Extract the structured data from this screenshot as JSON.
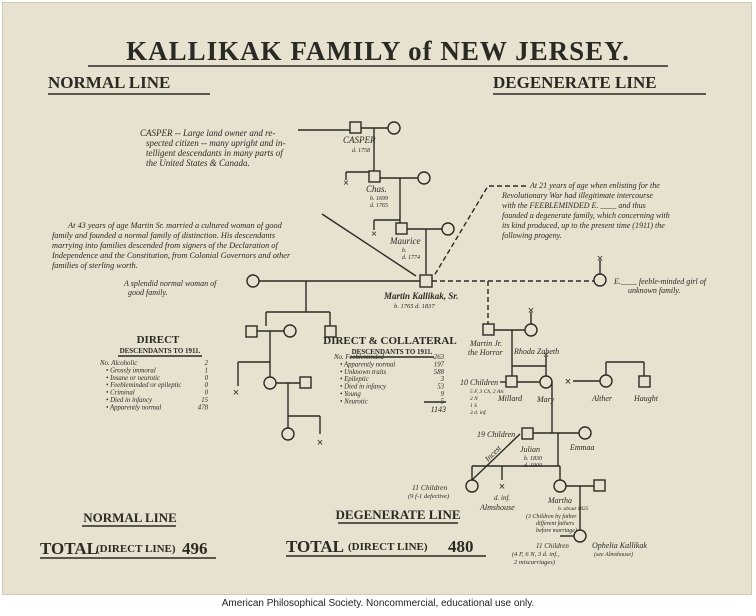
{
  "title": "KALLIKAK FAMILY of NEW JERSEY.",
  "normal_line_header": "NORMAL LINE",
  "degenerate_line_header": "DEGENERATE LINE",
  "casper_note": [
    "CASPER -- Large land owner and re-",
    "spected citizen -- many upright and in-",
    "telligent descendants in many parts of",
    "the United States & Canada."
  ],
  "casper_label": "CASPER",
  "casper_date": "d. 1758",
  "chas_label": "Chas.",
  "chas_date": [
    "b. 1699",
    "d. 1765"
  ],
  "maurice_label": "Maurice",
  "maurice_date": [
    "b.",
    "d. 1774"
  ],
  "normal_note": [
    "At 43 years of age Martin Sr. married a cultured woman of good",
    "family and founded a normal family of distinction. His descendants",
    "marrying into families descended from signers of the Declaration of",
    "Independence and the Constitution, from Colonial Governors and other",
    "families of sterling worth."
  ],
  "degenerate_note": [
    "At 21 years of age when enlisting for the",
    "Revolutionary War had illegitimate intercourse",
    "with the FEEBLEMINDED E. ____ and thus",
    "founded a degenerate family, which concerning with",
    "its kind produced, up to the present time (1911) the",
    "following progeny."
  ],
  "wife_note": [
    "A splendid normal woman of",
    "good family."
  ],
  "e_note": [
    "E.____ feeble-minded girl of",
    "unknown family."
  ],
  "martin_label": "Martin Kallikak, Sr.",
  "martin_dates": "b. 1765    d. 1837",
  "direct": {
    "title": "DIRECT",
    "subtitle": "DESCENDANTS TO 1911.",
    "rows": [
      {
        "label": "No. Alcoholic",
        "value": "2"
      },
      {
        "label": "Grossly immoral",
        "value": "1"
      },
      {
        "label": "Insane or neurotic",
        "value": "0"
      },
      {
        "label": "Feebleminded or epileptic",
        "value": "0"
      },
      {
        "label": "Criminal",
        "value": "0"
      },
      {
        "label": "Died in infancy",
        "value": "15"
      },
      {
        "label": "Apparently normal",
        "value": "478"
      }
    ]
  },
  "collateral": {
    "title": "DIRECT & COLLATERAL",
    "subtitle": "DESCENDANTS TO 1911.",
    "rows": [
      {
        "label": "No. Feebleminded",
        "value": "263"
      },
      {
        "label": "Apparently normal",
        "value": "197"
      },
      {
        "label": "Unknown traits",
        "value": "588"
      },
      {
        "label": "Epileptic",
        "value": "3"
      },
      {
        "label": "Died in infancy",
        "value": "53"
      },
      {
        "label": "Young",
        "value": "9"
      },
      {
        "label": "Neurotic",
        "value": "5"
      }
    ],
    "total": "1143"
  },
  "martin_jr_label": [
    "Martin Jr.",
    "the Horror"
  ],
  "rhoda_label": "Rhoda Zabeth",
  "ten_children": "10 Children",
  "ten_children_detail": [
    "5 F, 3 Ch, 2 Alc",
    "2 N",
    "1 S",
    "3 d. inf."
  ],
  "millard_label": "Millard",
  "mary_label": "Mary",
  "alther_label": "Alther",
  "haught_label": "Haught",
  "nineteen_children": "19 Children",
  "julian_label": "Julian",
  "julian_dates": [
    "b. 1830",
    "d. 1900"
  ],
  "emmaa_label": "Emmaa",
  "incest_label": "Incest",
  "eleven_children": [
    "11 Children",
    "(9 f-1 defective)"
  ],
  "almshouse_label": [
    "d. inf.",
    "Almshouse"
  ],
  "martha_label": "Martha",
  "martha_dates": "b. about 1825",
  "martha_note": [
    "(3 Children by father",
    "different fathers",
    "before marriage)"
  ],
  "last_children": [
    "11 Children",
    "(4 F, 6 N, 3 d. inf.,",
    "2 miscarriages)"
  ],
  "ophelia_label": [
    "Ophelia Kallikak",
    "(see Almshouse)"
  ],
  "normal_total": {
    "label": "NORMAL LINE",
    "total_word": "TOTAL",
    "direct": "(DIRECT LINE)",
    "value": "496"
  },
  "degenerate_total": {
    "label": "DEGENERATE LINE",
    "total_word": "TOTAL",
    "direct": "(DIRECT LINE)",
    "value": "480"
  },
  "footer": "American Philosophical Society.  Noncommercial, educational use only.",
  "colors": {
    "paper": "#e6e2cf",
    "ink": "#2a2a24"
  }
}
